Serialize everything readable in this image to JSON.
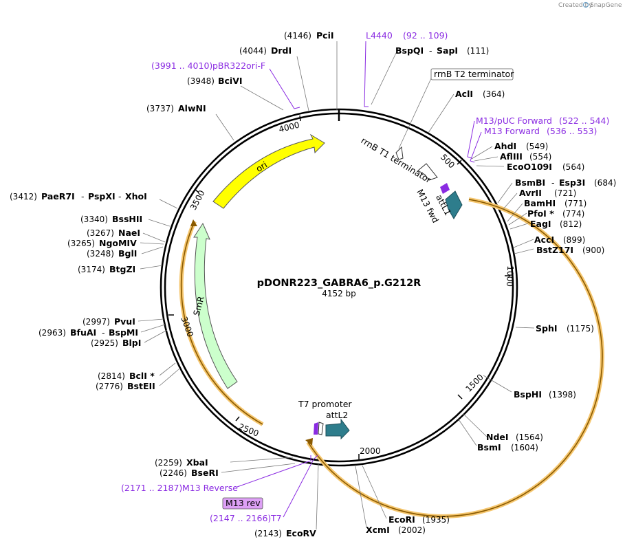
{
  "plasmid": {
    "name": "pDONR223_GABRA6_p.G212R",
    "length": "4152 bp"
  },
  "credit": {
    "created_by": "Created by",
    "app": "SnapGene"
  },
  "ticks": [
    "500",
    "1000",
    "1500",
    "2000",
    "2500",
    "3000",
    "3500",
    "4000"
  ],
  "features": {
    "ori": "ori",
    "smr": "SmR",
    "rrnb_t1": "rrnB T1 terminator",
    "rrnb_t2": "rrnB T2 terminator",
    "attl1": "attL1",
    "attl2": "attL2",
    "t7_promoter": "T7 promoter",
    "m13_fwd": "M13 fwd",
    "m13_rev": "M13 rev"
  },
  "primers": {
    "l4440": {
      "name": "L4440",
      "range": "(92 .. 109)"
    },
    "m13puc": {
      "name": "M13/pUC Forward",
      "range": "(522 .. 544)"
    },
    "m13fwd": {
      "name": "M13 Forward",
      "range": "(536 .. 553)"
    },
    "m13rev": {
      "name": "M13 Reverse",
      "range": "(2171 .. 2187)"
    },
    "t7": {
      "name": "T7",
      "range": "(2147 .. 2166)"
    },
    "pbr322": {
      "name": "pBR322ori-F",
      "range": "(3991 .. 4010)"
    }
  },
  "sites": {
    "pcii": {
      "pos": "(4146)",
      "name": "PciI"
    },
    "drdi": {
      "pos": "(4044)",
      "name": "DrdI"
    },
    "bcivi": {
      "pos": "(3948)",
      "name": "BciVI"
    },
    "alwni": {
      "pos": "(3737)",
      "name": "AlwNI"
    },
    "paer7i": {
      "pos": "(3412)",
      "name": "PaeR7I",
      "name2": "PspXI",
      "name3": "XhoI"
    },
    "bsshii": {
      "pos": "(3340)",
      "name": "BssHII"
    },
    "naei": {
      "pos": "(3267)",
      "name": "NaeI"
    },
    "ngomiv": {
      "pos": "(3265)",
      "name": "NgoMIV"
    },
    "bgli": {
      "pos": "(3248)",
      "name": "BglI"
    },
    "btgzi": {
      "pos": "(3174)",
      "name": "BtgZI"
    },
    "pvui": {
      "pos": "(2997)",
      "name": "PvuI"
    },
    "bfuai": {
      "pos": "(2963)",
      "name": "BfuAI",
      "name2": "BspMI"
    },
    "blpi": {
      "pos": "(2925)",
      "name": "BlpI"
    },
    "bcli": {
      "pos": "(2814)",
      "name": "BclI *"
    },
    "bsteii": {
      "pos": "(2776)",
      "name": "BstEII"
    },
    "xbai": {
      "pos": "(2259)",
      "name": "XbaI"
    },
    "bseri": {
      "pos": "(2246)",
      "name": "BseRI"
    },
    "ecorv": {
      "pos": "(2143)",
      "name": "EcoRV"
    },
    "xcmi": {
      "pos": "(2002)",
      "name": "XcmI"
    },
    "ecori": {
      "pos": "(1935)",
      "name": "EcoRI"
    },
    "bsmi": {
      "pos": "(1604)",
      "name": "BsmI"
    },
    "ndei": {
      "pos": "(1564)",
      "name": "NdeI"
    },
    "bsphi": {
      "pos": "(1398)",
      "name": "BspHI"
    },
    "sphi": {
      "pos": "(1175)",
      "name": "SphI"
    },
    "bstz17i": {
      "pos": "(900)",
      "name": "BstZ17I"
    },
    "acci": {
      "pos": "(899)",
      "name": "AccI"
    },
    "eagi": {
      "pos": "(812)",
      "name": "EagI"
    },
    "pfoi": {
      "pos": "(774)",
      "name": "PfoI *"
    },
    "bamhi": {
      "pos": "(771)",
      "name": "BamHI"
    },
    "avrii": {
      "pos": "(721)",
      "name": "AvrII"
    },
    "bsmbi": {
      "pos": "(684)",
      "name": "BsmBI",
      "name2": "Esp3I"
    },
    "eco0109i": {
      "pos": "(564)",
      "name": "EcoO109I"
    },
    "aflIII": {
      "pos": "(554)",
      "name": "AflIII"
    },
    "ahdi": {
      "pos": "(549)",
      "name": "AhdI"
    },
    "acli": {
      "pos": "(364)",
      "name": "AclI"
    },
    "bspqi": {
      "pos": "(111)",
      "name": "BspQI",
      "name2": "SapI"
    }
  },
  "colors": {
    "ori": "#ffff00",
    "smr": "#ccffcc",
    "att": "#2e7d8c",
    "primer": "#8a2be2",
    "orf_highlight": "#f5c66e",
    "backbone": "#000000"
  }
}
